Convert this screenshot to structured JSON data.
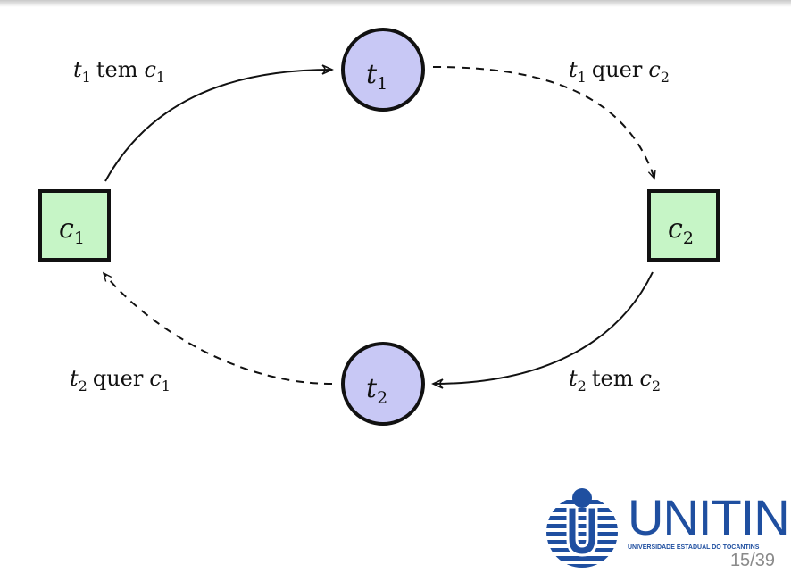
{
  "nodes": {
    "t1": {
      "base": "t",
      "sub": "1"
    },
    "t2": {
      "base": "t",
      "sub": "2"
    },
    "c1": {
      "base": "c",
      "sub": "1"
    },
    "c2": {
      "base": "c",
      "sub": "2"
    }
  },
  "edges": {
    "t1_has_c1": {
      "var": "t",
      "var_sub": "1",
      "verb": "tem",
      "res": "c",
      "res_sub": "1",
      "style": "solid"
    },
    "t1_wants_c2": {
      "var": "t",
      "var_sub": "1",
      "verb": "quer",
      "res": "c",
      "res_sub": "2",
      "style": "dashed"
    },
    "t2_has_c2": {
      "var": "t",
      "var_sub": "2",
      "verb": "tem",
      "res": "c",
      "res_sub": "2",
      "style": "solid"
    },
    "t2_wants_c1": {
      "var": "t",
      "var_sub": "2",
      "verb": "quer",
      "res": "c",
      "res_sub": "1",
      "style": "dashed"
    }
  },
  "colors": {
    "thread_fill": "#c8c8f5",
    "resource_fill": "#c6f5c6",
    "stroke": "#111111",
    "logo_blue": "#1f4fa0"
  },
  "logo": {
    "word": "UNITINS",
    "subtitle": "UNIVERSIDADE ESTADUAL DO TOCANTINS"
  },
  "page": {
    "number": "15/39"
  }
}
